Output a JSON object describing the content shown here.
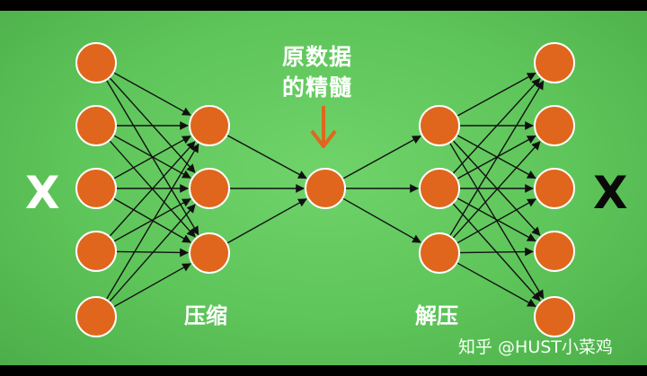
{
  "labels": {
    "input": "X",
    "output": "X",
    "center_line1": "原数据",
    "center_line2": "的精髓",
    "compress": "压缩",
    "decompress": "解压"
  },
  "watermark": "知乎 @HUST小菜鸡",
  "network": {
    "layers": [
      5,
      3,
      1,
      3,
      5
    ],
    "connectivity": "fully-connected"
  },
  "colors": {
    "background": "#5ec55a",
    "node_fill": "#e0661d",
    "node_stroke": "#ffffff",
    "edge": "#111111",
    "pointer_arrow": "#e0661d",
    "input_label": "#ffffff",
    "output_label": "#0a0a0a"
  }
}
